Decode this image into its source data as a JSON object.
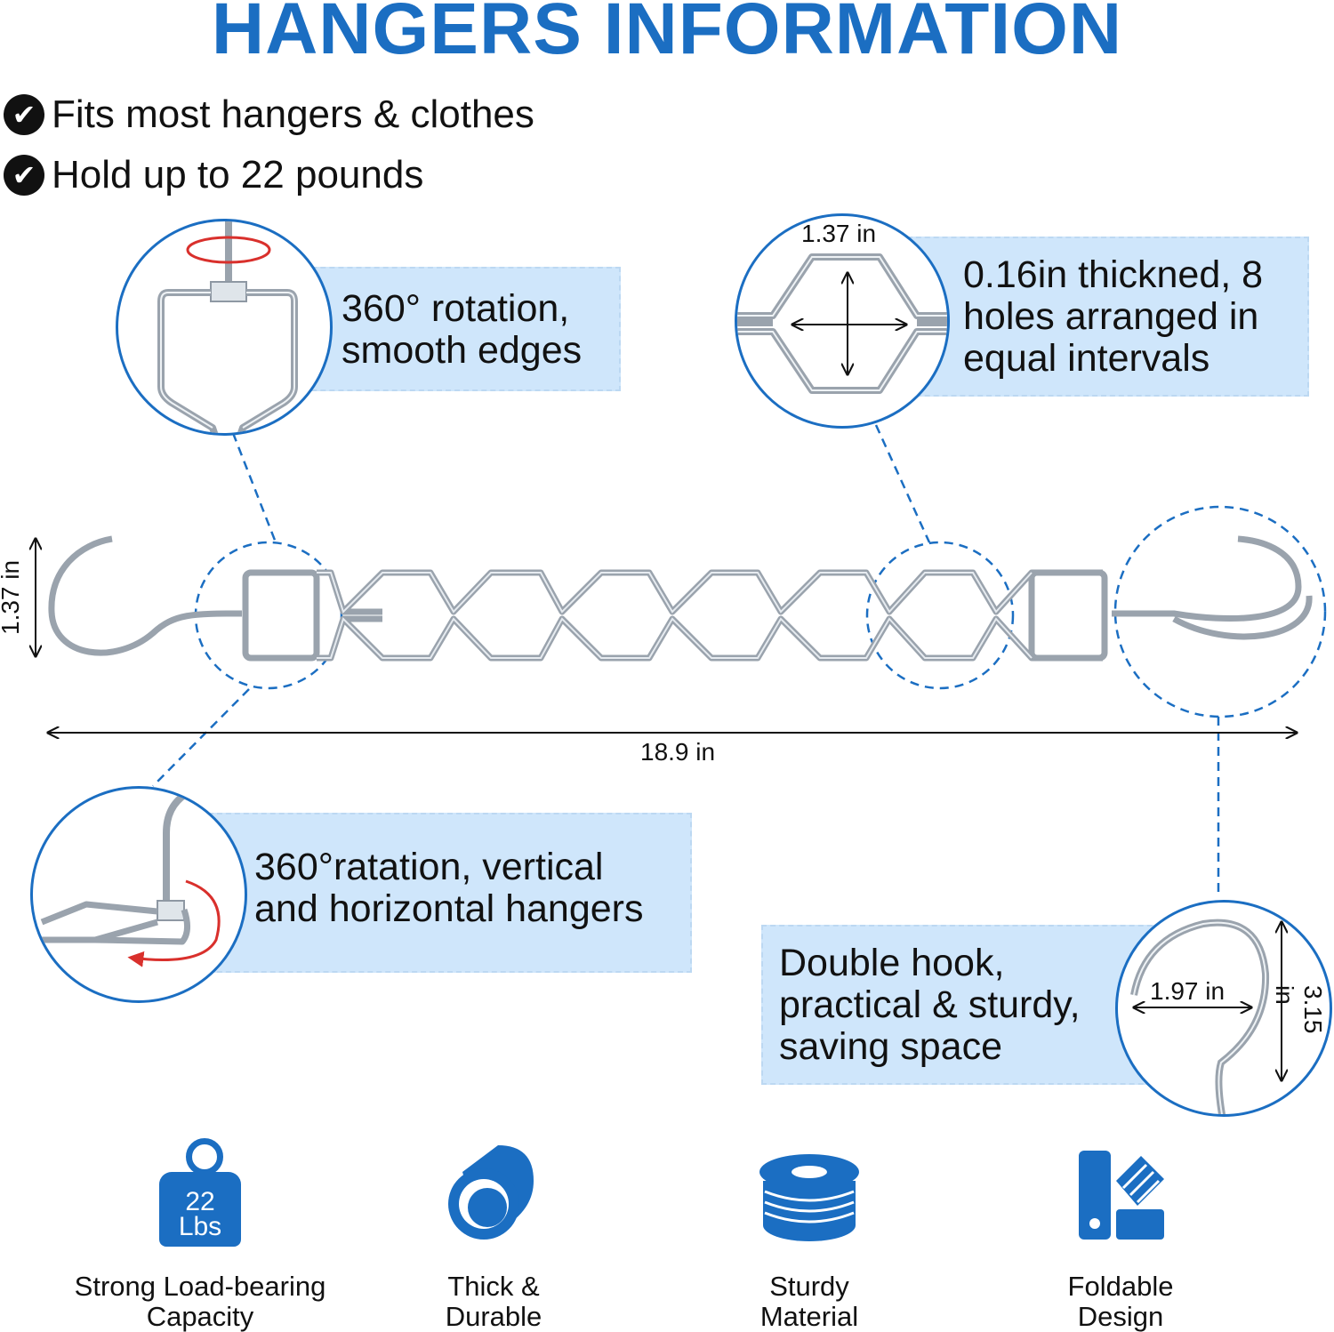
{
  "title": "HANGERS INFORMATION",
  "bullets": [
    "Fits most hangers & clothes",
    "Hold up to 22 pounds"
  ],
  "callouts": {
    "rotation": "360° rotation,\nsmooth edges",
    "holes": "0.16in thickned, 8\nholes arranged in\nequal intervals",
    "vertical": "360°ratation, vertical\nand horizontal hangers",
    "hook": "Double hook,\npractical & sturdy,\nsaving space"
  },
  "dimensions": {
    "hole_width": "1.37 in",
    "height": "1.37 in",
    "length": "18.9 in",
    "hook_width": "1.97 in",
    "hook_height": "3.15 in"
  },
  "features": [
    {
      "icon": "weight-icon",
      "label": "Strong Load-bearing\nCapacity",
      "weight_value": "22",
      "weight_unit": "Lbs"
    },
    {
      "icon": "tube-icon",
      "label": "Thick &\nDurable"
    },
    {
      "icon": "coil-icon",
      "label": "Sturdy\nMaterial"
    },
    {
      "icon": "fold-icon",
      "label": "Foldable\nDesign"
    }
  ],
  "colors": {
    "accent": "#1b6ec2",
    "panel": "#cfe6fb",
    "arrow_red": "#d9302c"
  }
}
